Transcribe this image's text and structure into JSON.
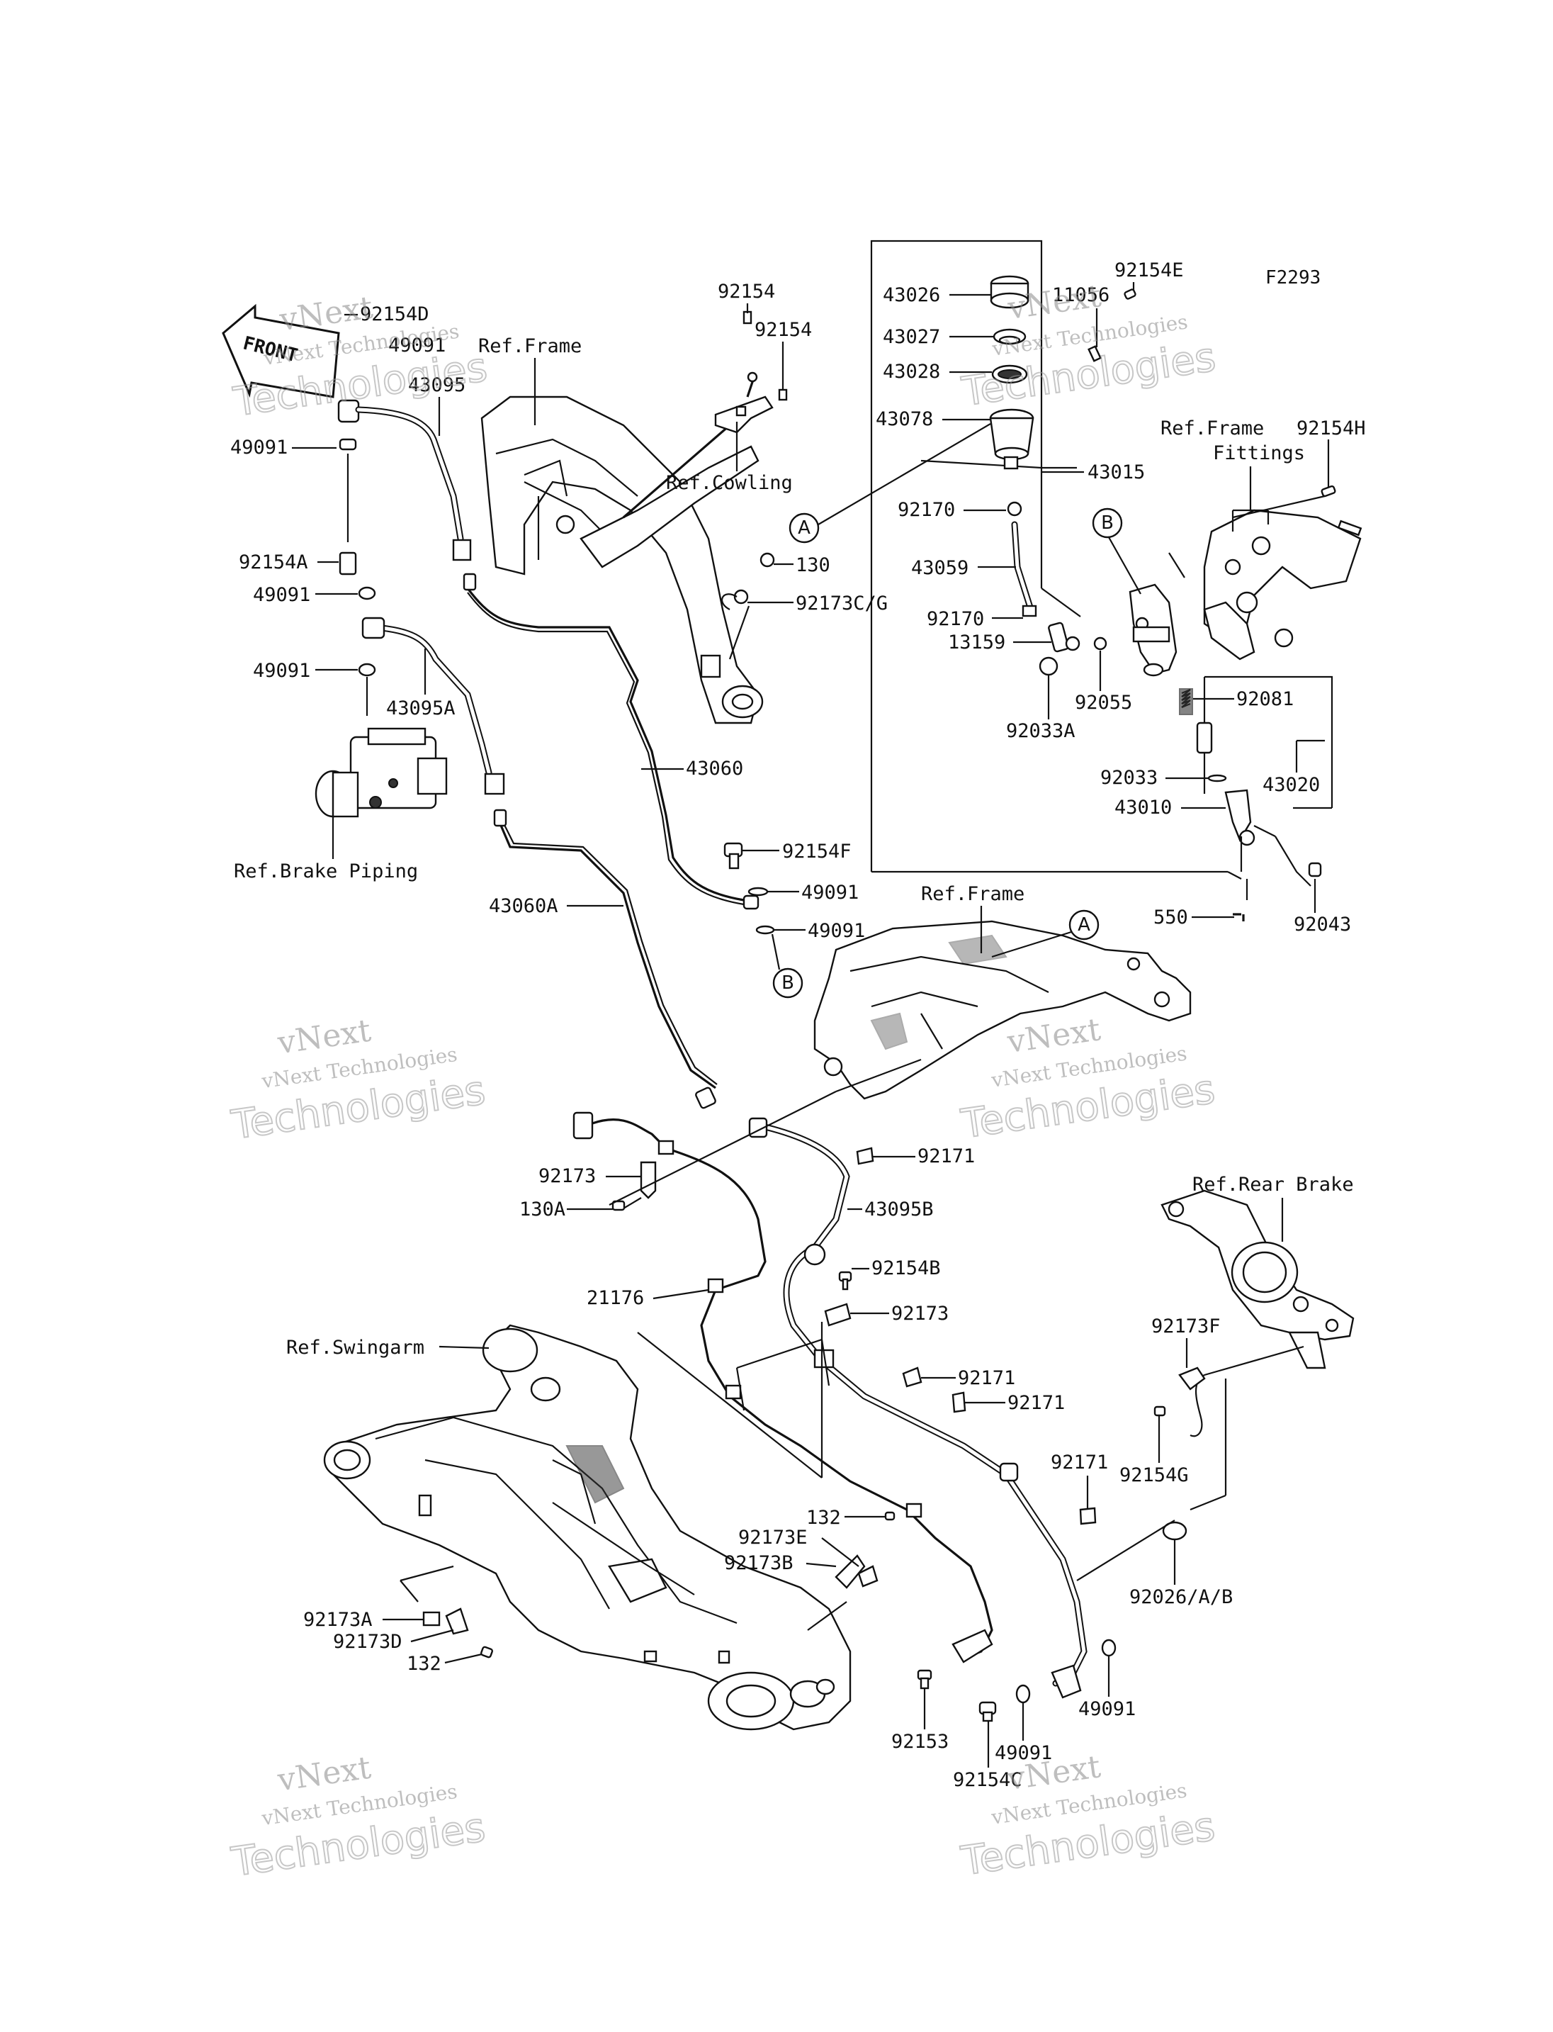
{
  "figure_code": "F2293",
  "front_label": "FRONT",
  "references": {
    "frame_top": "Ref.Frame",
    "cowling": "Ref.Cowling",
    "frame_fittings_1": "Ref.Frame",
    "frame_fittings_2": "Fittings",
    "brake_piping": "Ref.Brake Piping",
    "frame_mid": "Ref.Frame",
    "rear_brake": "Ref.Rear Brake",
    "swingarm": "Ref.Swingarm"
  },
  "callouts": {
    "a_top": "A",
    "b_top": "B",
    "a_mid": "A",
    "b_mid": "B"
  },
  "parts": {
    "p92154D": "92154D",
    "p49091_top": "49091",
    "p43095": "43095",
    "p49091_a": "49091",
    "p92154A": "92154A",
    "p49091_b": "49091",
    "p49091_c": "49091",
    "p43095A": "43095A",
    "p92154_1": "92154",
    "p92154_2": "92154",
    "p130": "130",
    "p92173CG": "92173C/G",
    "p43060": "43060",
    "p92154F": "92154F",
    "p49091_d": "49091",
    "p49091_e": "49091",
    "p43060A": "43060A",
    "p43026": "43026",
    "p43027": "43027",
    "p43028": "43028",
    "p43078": "43078",
    "p11056": "11056",
    "p92154E": "92154E",
    "p43015": "43015",
    "p92154H": "92154H",
    "p92170_a": "92170",
    "p43059": "43059",
    "p92170_b": "92170",
    "p13159": "13159",
    "p92033A": "92033A",
    "p92055": "92055",
    "p92081": "92081",
    "p92033": "92033",
    "p43020": "43020",
    "p43010": "43010",
    "p550": "550",
    "p92043": "92043",
    "p92171_a": "92171",
    "p92173_a": "92173",
    "p130A": "130A",
    "p43095B": "43095B",
    "p21176": "21176",
    "p92154B": "92154B",
    "p92173_b": "92173",
    "p92171_b": "92171",
    "p92171_c": "92171",
    "p92171_d": "92171",
    "p92173F": "92173F",
    "p92154G": "92154G",
    "p132_a": "132",
    "p92173E": "92173E",
    "p92173B": "92173B",
    "p92173A": "92173A",
    "p92173D": "92173D",
    "p132_b": "132",
    "p92026AB": "92026/A/B",
    "p92153": "92153",
    "p49091_f": "49091",
    "p49091_g": "49091",
    "p92154C": "92154C"
  },
  "watermark": {
    "line1": "vNext",
    "line2": "vNext Technologies",
    "line3": "Technologies"
  }
}
